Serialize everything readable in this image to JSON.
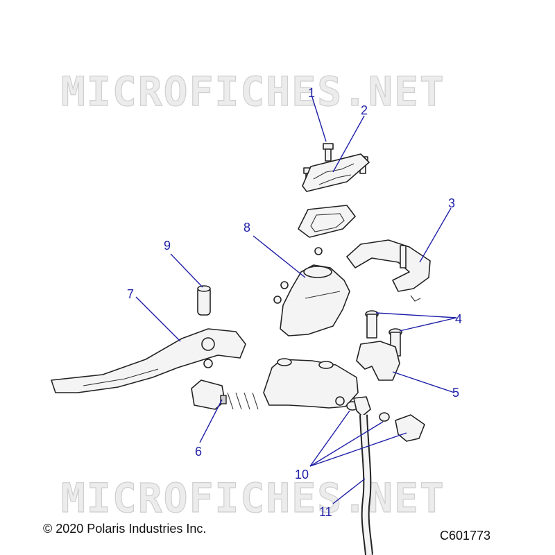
{
  "watermark": {
    "top": "MICROFICHES.NET",
    "bottom": "MICROFICHES.NET"
  },
  "callouts": [
    {
      "id": "1",
      "label": "1"
    },
    {
      "id": "2",
      "label": "2"
    },
    {
      "id": "3",
      "label": "3"
    },
    {
      "id": "4",
      "label": "4"
    },
    {
      "id": "5",
      "label": "5"
    },
    {
      "id": "6",
      "label": "6"
    },
    {
      "id": "7",
      "label": "7"
    },
    {
      "id": "8",
      "label": "8"
    },
    {
      "id": "9",
      "label": "9"
    },
    {
      "id": "10",
      "label": "10"
    },
    {
      "id": "11",
      "label": "11"
    }
  ],
  "footer": {
    "copyright": "© 2020 Polaris Industries Inc.",
    "drawing_number": "C601773"
  },
  "colors": {
    "callout": "#1f1fa8",
    "line": "#222222",
    "watermark": "#cfcfcf"
  }
}
